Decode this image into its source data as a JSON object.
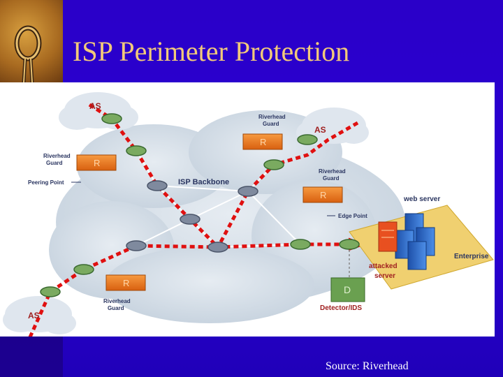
{
  "slide": {
    "title": "ISP Perimeter Protection",
    "source": "Source: Riverhead"
  },
  "diagram": {
    "cloud_label": "ISP Backbone",
    "as_top": "AS",
    "as_right": "AS",
    "as_bottom": "AS",
    "guard_label_line1": "Riverhead",
    "guard_label_line2": "Guard",
    "guard_letter": "R",
    "peering_point": "Peering Point",
    "edge_point": "Edge Point",
    "web_server": "web server",
    "enterprise": "Enterprise",
    "attacked_line1": "attacked",
    "attacked_line2": "server",
    "detector": "Detector/IDS",
    "detector_letter": "D",
    "colors": {
      "background": "#2a00d0",
      "title": "#f2c97a",
      "attack_path": "#e01010",
      "guard": "#f07a20",
      "router": "#6a9a50",
      "detector": "#6aa050",
      "server": "#2a6fd0",
      "enterprise_floor": "#f0d070",
      "label_red": "#a02020"
    }
  }
}
